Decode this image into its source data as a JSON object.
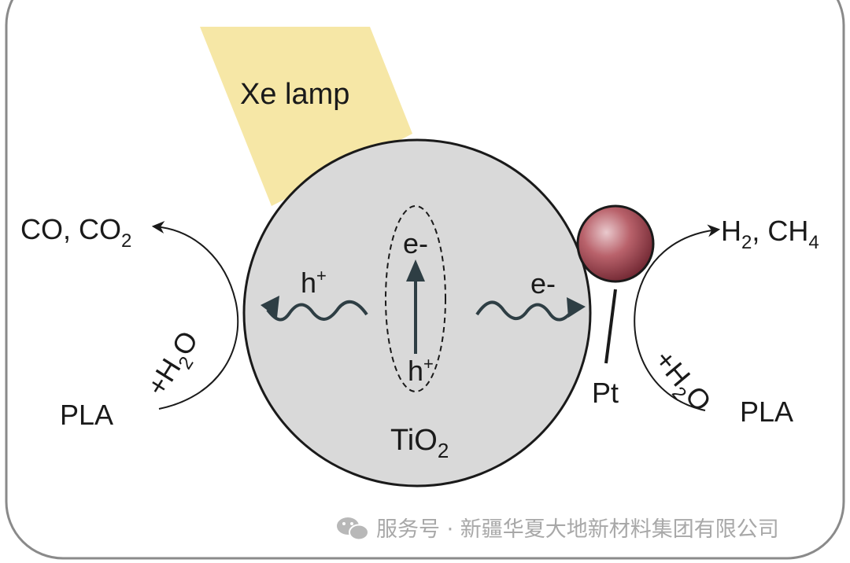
{
  "diagram": {
    "light_source": {
      "text": "Xe lamp",
      "beam_color": "#f6e7a6"
    },
    "particle": {
      "label_main": "TiO",
      "label_sub": "2",
      "fill": "#d9d9d9"
    },
    "exciton": {
      "electron": "e-",
      "hole_base": "h",
      "hole_sup": "+"
    },
    "hole_transfer": {
      "label_base": "h",
      "label_sup": "+"
    },
    "electron_transfer": {
      "label": "e-"
    },
    "cocatalyst": {
      "label": "Pt",
      "color": "#a8545c"
    },
    "left_reaction": {
      "reactant": "PLA",
      "reagent": {
        "prefix": "+H",
        "sub": "2",
        "suffix": "O"
      },
      "product": {
        "main": "CO, CO",
        "sub": "2"
      }
    },
    "right_reaction": {
      "reactant": "PLA",
      "reagent": {
        "prefix": "+H",
        "sub": "2",
        "suffix": "O"
      },
      "product": {
        "p1": "H",
        "sub1": "2",
        "p2": ", CH",
        "sub2": "4"
      }
    },
    "arrow_color": "#2e3e44"
  },
  "watermark": {
    "icon": "wechat-icon",
    "text": "服务号 · 新疆华夏大地新材料集团有限公司"
  }
}
